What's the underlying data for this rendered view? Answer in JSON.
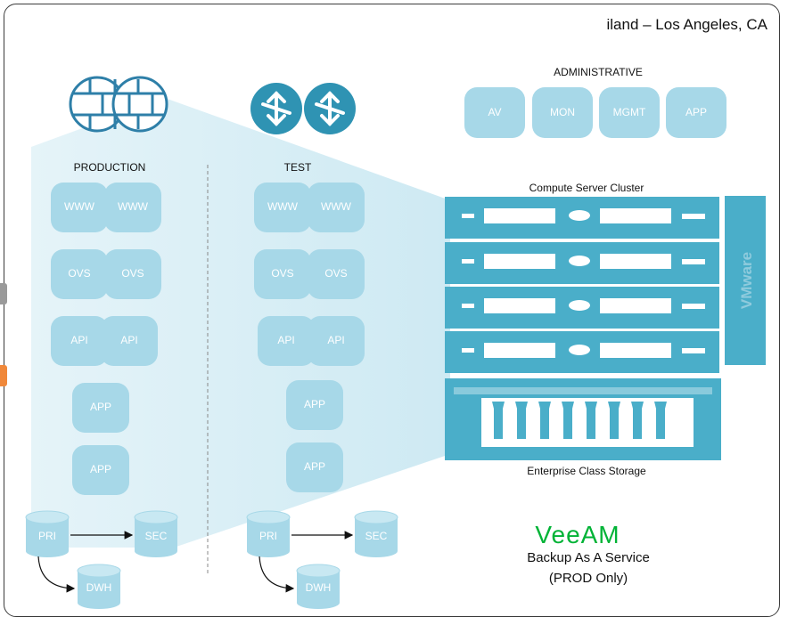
{
  "title": "iland – Los Angeles, CA",
  "administrative": {
    "label": "ADMINISTRATIVE",
    "tiles": [
      "AV",
      "MON",
      "MGMT",
      "APP"
    ]
  },
  "production": {
    "label": "PRODUCTION",
    "www": [
      "WWW",
      "WWW"
    ],
    "ovs": [
      "OVS",
      "OVS"
    ],
    "api": [
      "API",
      "API"
    ],
    "app": [
      "APP",
      "APP"
    ],
    "db": {
      "pri": "PRI",
      "sec": "SEC",
      "dwh": "DWH"
    }
  },
  "test": {
    "label": "TEST",
    "www": [
      "WWW",
      "WWW"
    ],
    "ovs": [
      "OVS",
      "OVS"
    ],
    "api": [
      "API",
      "API"
    ],
    "app": [
      "APP",
      "APP"
    ],
    "db": {
      "pri": "PRI",
      "sec": "SEC",
      "dwh": "DWH"
    }
  },
  "cluster": {
    "label": "Compute Server Cluster",
    "vmware": "VMware",
    "storage_label": "Enterprise Class Storage"
  },
  "backup": {
    "logo": "VeeAM",
    "line1": "Backup As A Service",
    "line2": "(PROD Only)"
  },
  "colors": {
    "tile": "#a7d8e8",
    "dark_teal": "#3b9ab6",
    "cluster": "#4aaec9",
    "veeam_green": "#00b336"
  },
  "icons": [
    "firewall-icon",
    "router-icon"
  ]
}
